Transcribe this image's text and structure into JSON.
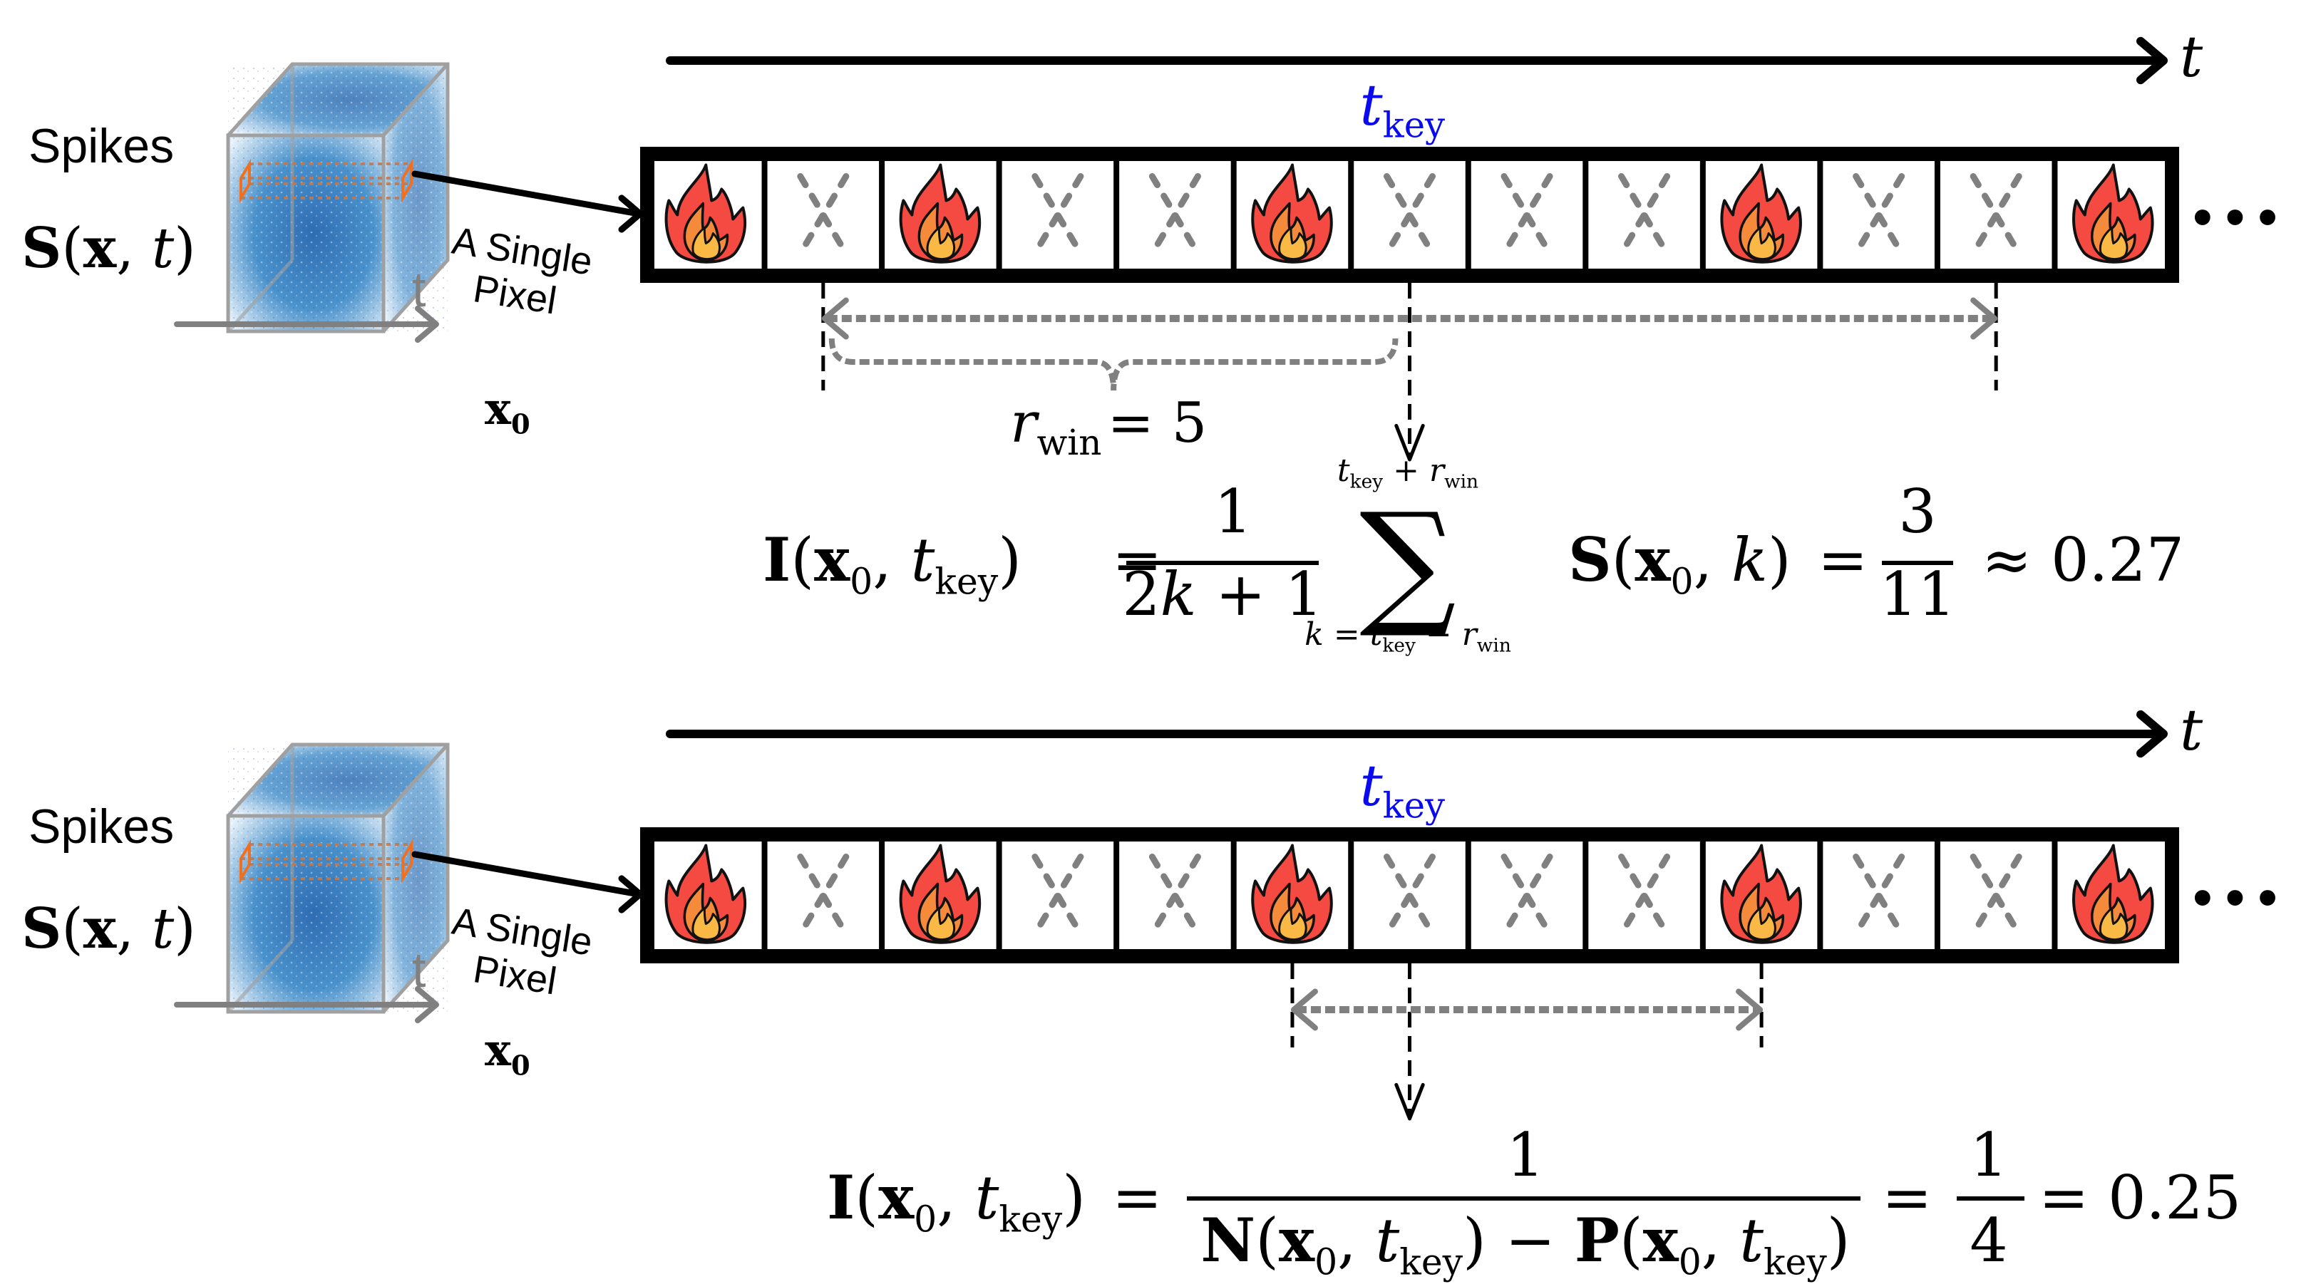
{
  "colors": {
    "key_blue": "#0a0af0",
    "grey": "#808080",
    "orange": "#f07020",
    "cube_blue": "#3a7fc0",
    "flame_red": "#f44a42",
    "flame_orange": "#f58a3a",
    "flame_yellow": "#f9b944"
  },
  "panels": [
    {
      "id": "window-method",
      "spikes_label": "Spikes",
      "signal_label": "S(x, t)",
      "cube_time_label": "t",
      "pixel_label_line1": "A Single",
      "pixel_label_line2": "Pixel",
      "pixel_coord_label": "x₀",
      "timeline_label": "t",
      "key_label": "t",
      "key_sub": "key",
      "cells": [
        1,
        0,
        1,
        0,
        0,
        1,
        0,
        0,
        0,
        1,
        0,
        0,
        1
      ],
      "key_index": 6,
      "ellipsis": "•••",
      "window": {
        "start_index": 1,
        "end_index": 11
      },
      "brace": {
        "from_index": 1,
        "to_index": 6,
        "label_var": "r",
        "label_sub": "win",
        "label_eq": "= 5"
      },
      "formula": {
        "lhs": "I(x₀, t_key)",
        "frac1_num": "1",
        "frac1_den": "2k + 1",
        "sum_upper": "t_key + r_win",
        "sum_lower": "k = t_key − r_win",
        "summand": "S(x₀, k)",
        "frac2_num": "3",
        "frac2_den": "11",
        "result": "≈ 0.27"
      }
    },
    {
      "id": "interval-method",
      "spikes_label": "Spikes",
      "signal_label": "S(x, t)",
      "cube_time_label": "t",
      "pixel_label_line1": "A Single",
      "pixel_label_line2": "Pixel",
      "pixel_coord_label": "x₀",
      "timeline_label": "t",
      "key_label": "t",
      "key_sub": "key",
      "cells": [
        1,
        0,
        1,
        0,
        0,
        1,
        0,
        0,
        0,
        1,
        0,
        0,
        1
      ],
      "key_index": 6,
      "ellipsis": "•••",
      "window": {
        "start_index": 5,
        "end_index": 9
      },
      "formula": {
        "lhs": "I(x₀, t_key)",
        "frac1_num": "1",
        "frac1_den": "N(x₀, t_key) − P(x₀, t_key)",
        "frac2_num": "1",
        "frac2_den": "4",
        "result": "= 0.25"
      }
    }
  ]
}
